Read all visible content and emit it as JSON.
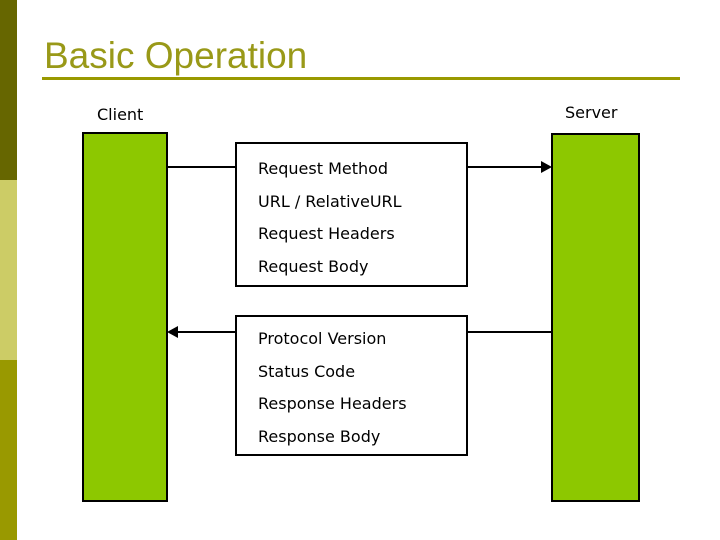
{
  "slide": {
    "title": "Basic Operation",
    "colors": {
      "title_text": "#999918",
      "title_underline": "#999900",
      "sidebar_top": "#666600",
      "sidebar_middle": "#CCCC66",
      "sidebar_bottom": "#999900",
      "actor_fill": "#8DC800",
      "box_border": "#000000",
      "text": "#000000"
    },
    "diagram": {
      "client_label": "Client",
      "server_label": "Server",
      "request_box": {
        "lines": [
          "Request Method",
          "URL / RelativeURL",
          "Request Headers",
          "Request Body"
        ]
      },
      "response_box": {
        "lines": [
          "Protocol Version",
          "Status Code",
          "Response Headers",
          "Response Body"
        ]
      },
      "request_arrow_direction": "client-to-server",
      "response_arrow_direction": "server-to-client"
    }
  }
}
